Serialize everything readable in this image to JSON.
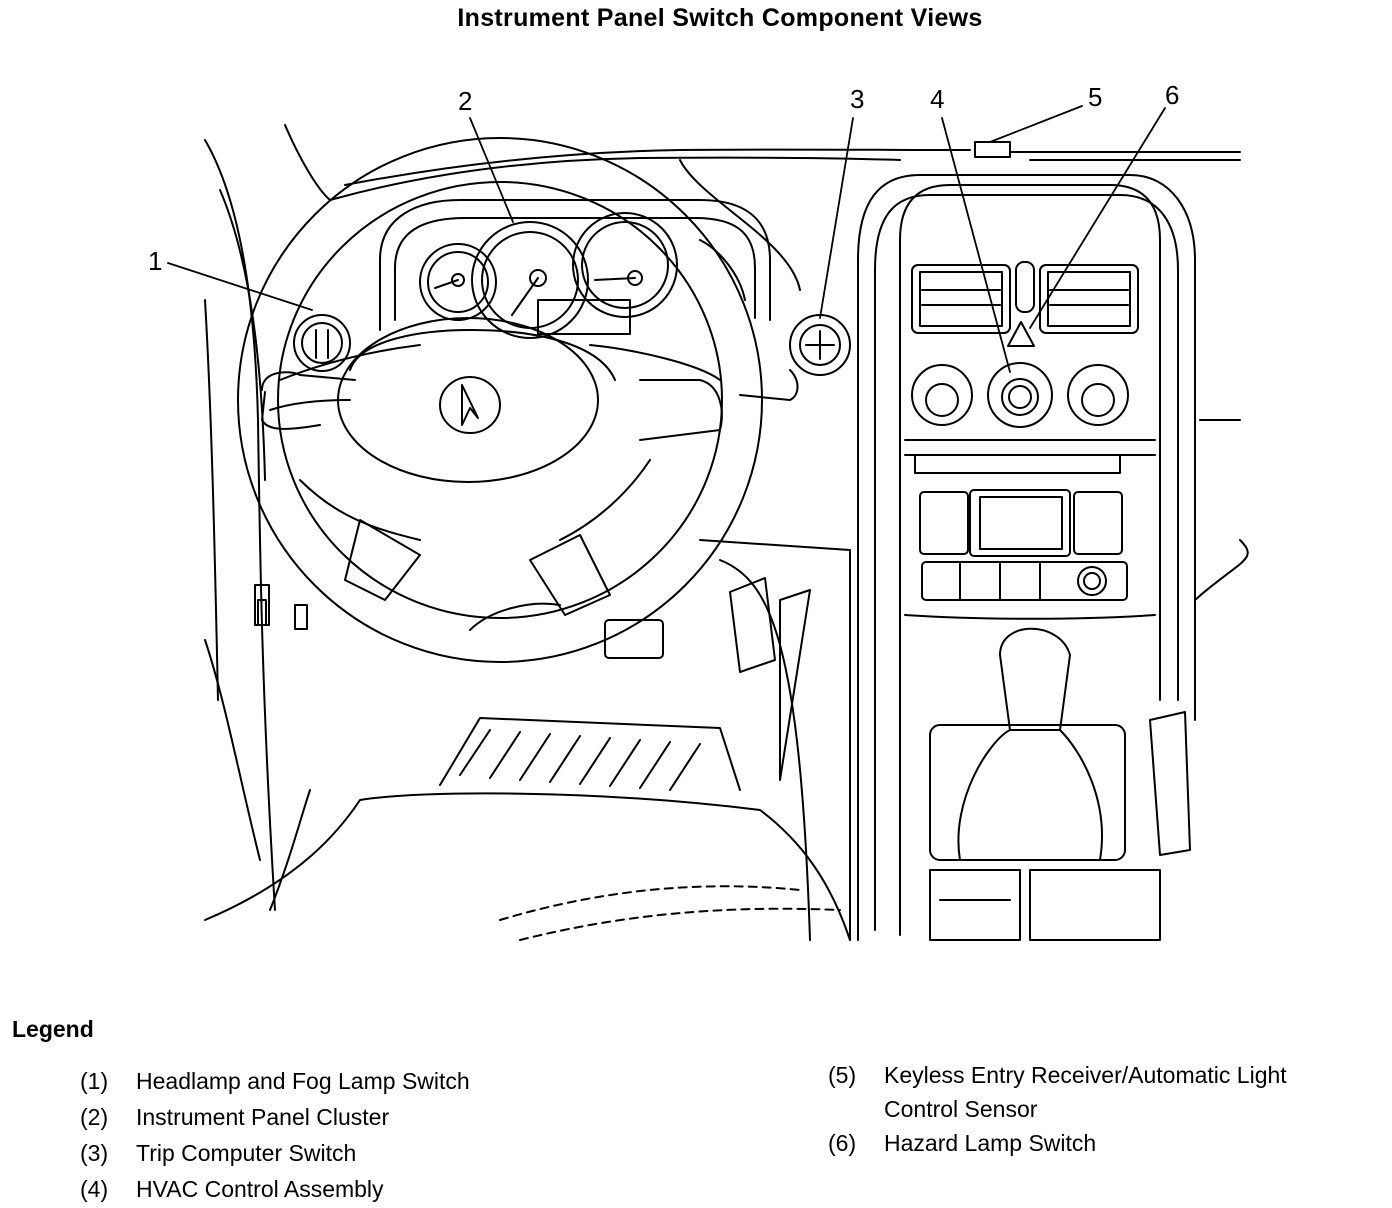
{
  "title": "Instrument Panel Switch Component Views",
  "callouts": [
    {
      "id": "1",
      "label": "1"
    },
    {
      "id": "2",
      "label": "2"
    },
    {
      "id": "3",
      "label": "3"
    },
    {
      "id": "4",
      "label": "4"
    },
    {
      "id": "5",
      "label": "5"
    },
    {
      "id": "6",
      "label": "6"
    }
  ],
  "legend": {
    "heading": "Legend",
    "items": [
      {
        "num": "(1)",
        "text": "Headlamp and Fog Lamp Switch"
      },
      {
        "num": "(2)",
        "text": "Instrument Panel Cluster"
      },
      {
        "num": "(3)",
        "text": "Trip Computer Switch"
      },
      {
        "num": "(4)",
        "text": "HVAC Control Assembly"
      },
      {
        "num": "(5)",
        "text": "Keyless Entry Receiver/Automatic Light",
        "text2": "Control Sensor"
      },
      {
        "num": "(6)",
        "text": "Hazard Lamp Switch"
      }
    ]
  },
  "icons": {
    "logo": "pontiac-arrowhead-icon"
  }
}
